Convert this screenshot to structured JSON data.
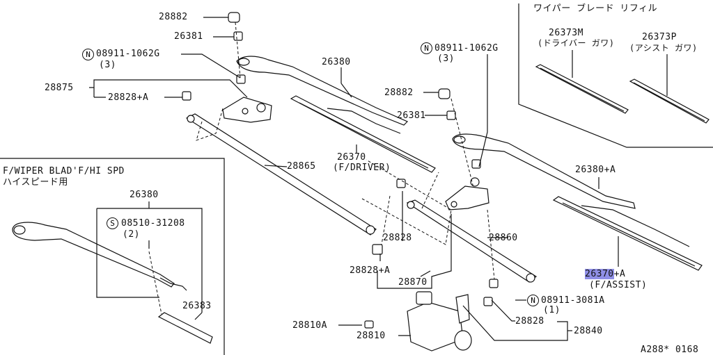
{
  "refill_title": "ワイパー ブレード リフィル",
  "labels": {
    "p28882_top": "28882",
    "p26381_top": "26381",
    "n_bolt_left": "08911-1062G",
    "n_bolt_left_qty": "(3)",
    "p28875": "28875",
    "p28828a_left": "28828+A",
    "p26380_top": "26380",
    "p26370": "26370",
    "p26370_note": "(F/DRIVER)",
    "n_bolt_right": "08911-1062G",
    "n_bolt_right_qty": "(3)",
    "p28882_mid": "28882",
    "p26381_mid": "26381",
    "p26373m": "26373M",
    "p26373m_note": "(ドライバー ガワ)",
    "p26373p": "26373P",
    "p26373p_note": "(アシスト ガワ)",
    "p28865": "28865",
    "p26380a": "26380+A",
    "hispd_title": "F/WIPER BLAD'F/HI SPD",
    "hispd_subtitle": "ハイスピード用",
    "p26380_inset": "26380",
    "s_screw": "08510-31208",
    "s_screw_qty": "(2)",
    "p26383": "26383",
    "p28828_c": "28828",
    "p28860": "28860",
    "p28828a_c": "28828+A",
    "p26370a_part": "26370",
    "p26370a_suffix": "+A",
    "p26370a_note": "(F/ASSIST)",
    "p28870": "28870",
    "n_bolt_bottom": "08911-3081A",
    "n_bolt_bottom_qty": "(1)",
    "p28810a": "28810A",
    "p28828_b": "28828",
    "p28840": "28840",
    "p28810": "28810",
    "figure_code": "A288* 0168"
  },
  "symbols": {
    "n": "N",
    "s": "S"
  }
}
